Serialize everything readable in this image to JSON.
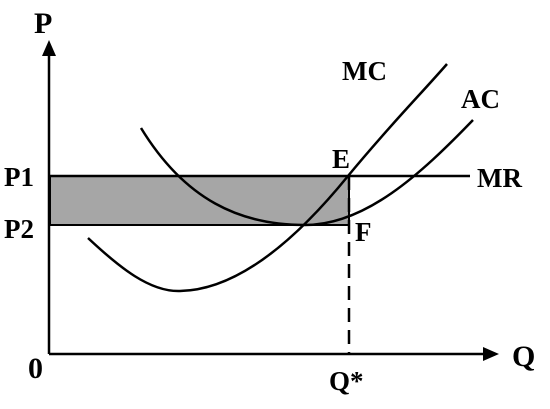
{
  "axes": {
    "y_label": "P",
    "x_label": "Q",
    "origin_label": "0"
  },
  "prices": {
    "p1": "P1",
    "p2": "P2"
  },
  "quantity": {
    "q_star": "Q*"
  },
  "curves": {
    "mc": "MC",
    "ac": "AC",
    "mr": "MR"
  },
  "points": {
    "e": "E",
    "f": "F"
  },
  "colors": {
    "line": "#000000",
    "profit_area": "#a6a6a6",
    "background": "#ffffff"
  }
}
